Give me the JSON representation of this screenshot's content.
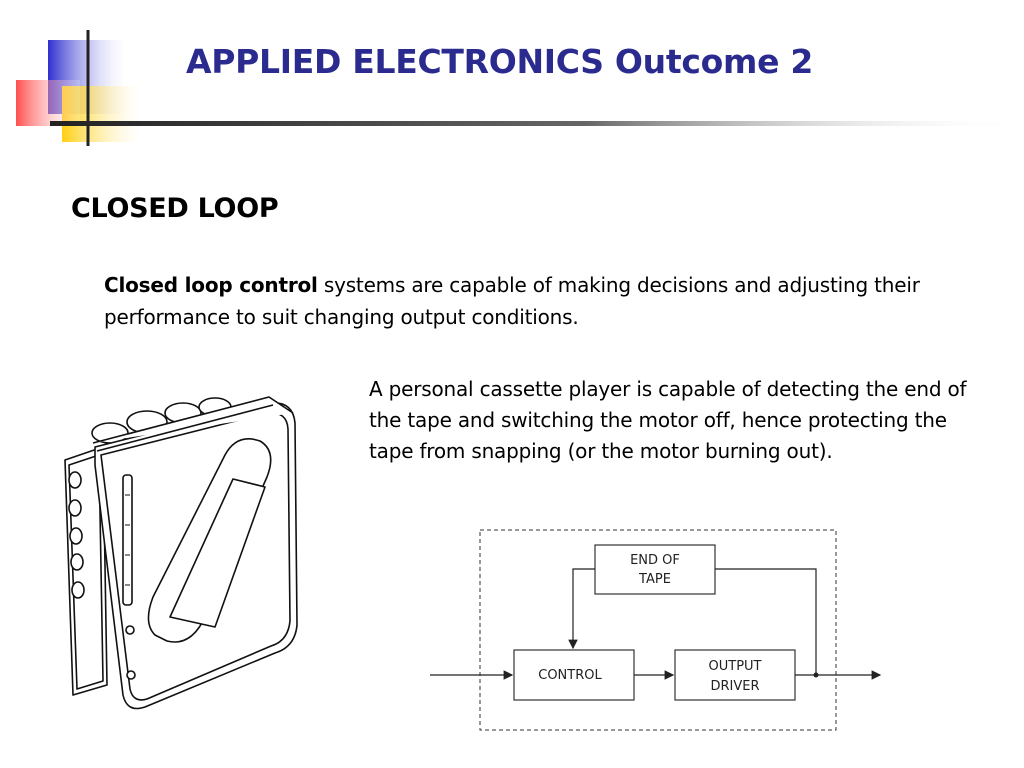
{
  "slide": {
    "title": "APPLIED ELECTRONICS Outcome 2",
    "heading": "CLOSED LOOP",
    "intro_bold": "Closed loop control",
    "intro_rest": " systems are capable of making decisions and adjusting their performance to suit changing output conditions.",
    "description": "A personal cassette player is capable of detecting the end of the tape and switching the motor off, hence protecting the tape from snapping (or the motor burning out)."
  },
  "diagram": {
    "end_of_tape_line1": "END OF",
    "end_of_tape_line2": "TAPE",
    "control": "CONTROL",
    "output_driver_line1": "OUTPUT",
    "output_driver_line2": "DRIVER"
  },
  "colors": {
    "title": "#2b2b8f",
    "deco_blue": "#3b3bd6",
    "deco_yellow": "#ffd21a",
    "deco_red": "#ff3b3b"
  }
}
